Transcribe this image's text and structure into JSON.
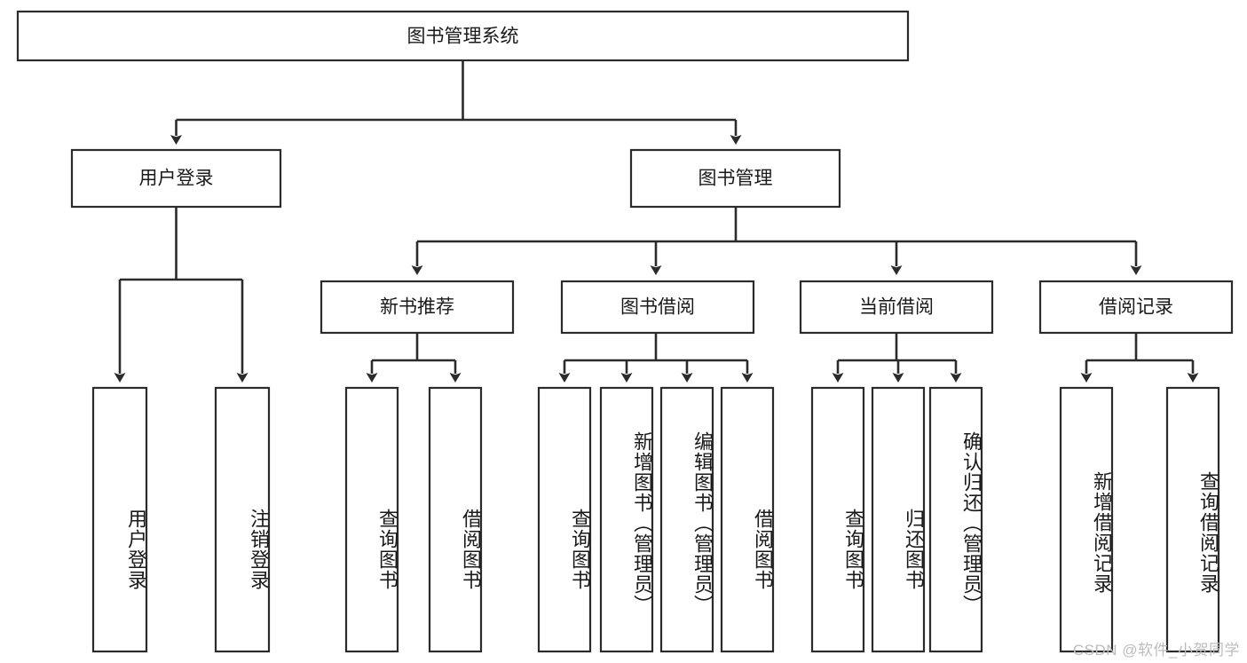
{
  "diagram": {
    "type": "tree-hierarchy-chart",
    "title": "图书管理系统",
    "watermark": "CSDN @软件_小贺同学",
    "root": {
      "id": "root",
      "label": "图书管理系统",
      "orientation": "horizontal"
    },
    "level1": [
      {
        "id": "user-login",
        "label": "用户登录",
        "orientation": "horizontal"
      },
      {
        "id": "book-management",
        "label": "图书管理",
        "orientation": "horizontal"
      }
    ],
    "level2": [
      {
        "id": "new-book-recommend",
        "label": "新书推荐",
        "parent": "book-management",
        "orientation": "horizontal"
      },
      {
        "id": "book-borrow",
        "label": "图书借阅",
        "parent": "book-management",
        "orientation": "horizontal"
      },
      {
        "id": "current-borrow",
        "label": "当前借阅",
        "parent": "book-management",
        "orientation": "horizontal"
      },
      {
        "id": "borrow-record",
        "label": "借阅记录",
        "parent": "book-management",
        "orientation": "horizontal"
      }
    ],
    "leaves": [
      {
        "id": "leaf-user-login",
        "label": "用户登录",
        "parent": "user-login",
        "orientation": "vertical"
      },
      {
        "id": "leaf-user-logout",
        "label": "注销登录",
        "parent": "user-login",
        "orientation": "vertical"
      },
      {
        "id": "leaf-query-book-1",
        "label": "查询图书",
        "parent": "new-book-recommend",
        "orientation": "vertical"
      },
      {
        "id": "leaf-borrow-book-1",
        "label": "借阅图书",
        "parent": "new-book-recommend",
        "orientation": "vertical"
      },
      {
        "id": "leaf-query-book-2",
        "label": "查询图书",
        "parent": "book-borrow",
        "orientation": "vertical"
      },
      {
        "id": "leaf-add-book",
        "label": "新增图书（管理员）",
        "parent": "book-borrow",
        "orientation": "vertical"
      },
      {
        "id": "leaf-edit-book",
        "label": "编辑图书（管理员）",
        "parent": "book-borrow",
        "orientation": "vertical"
      },
      {
        "id": "leaf-borrow-book-2",
        "label": "借阅图书",
        "parent": "book-borrow",
        "orientation": "vertical"
      },
      {
        "id": "leaf-query-book-3",
        "label": "查询图书",
        "parent": "current-borrow",
        "orientation": "vertical"
      },
      {
        "id": "leaf-return-book",
        "label": "归还图书",
        "parent": "current-borrow",
        "orientation": "vertical"
      },
      {
        "id": "leaf-confirm-return",
        "label": "确认归还（管理员）",
        "parent": "current-borrow",
        "orientation": "vertical"
      },
      {
        "id": "leaf-add-record",
        "label": "新增借阅记录",
        "parent": "borrow-record",
        "orientation": "vertical"
      },
      {
        "id": "leaf-query-record",
        "label": "查询借阅记录",
        "parent": "borrow-record",
        "orientation": "vertical"
      }
    ],
    "colors": {
      "background": "#ffffff",
      "box_fill": "#ffffff",
      "stroke": "#2b2b2b",
      "text": "#1a1a1a",
      "watermark": "#bcbcbc"
    }
  }
}
